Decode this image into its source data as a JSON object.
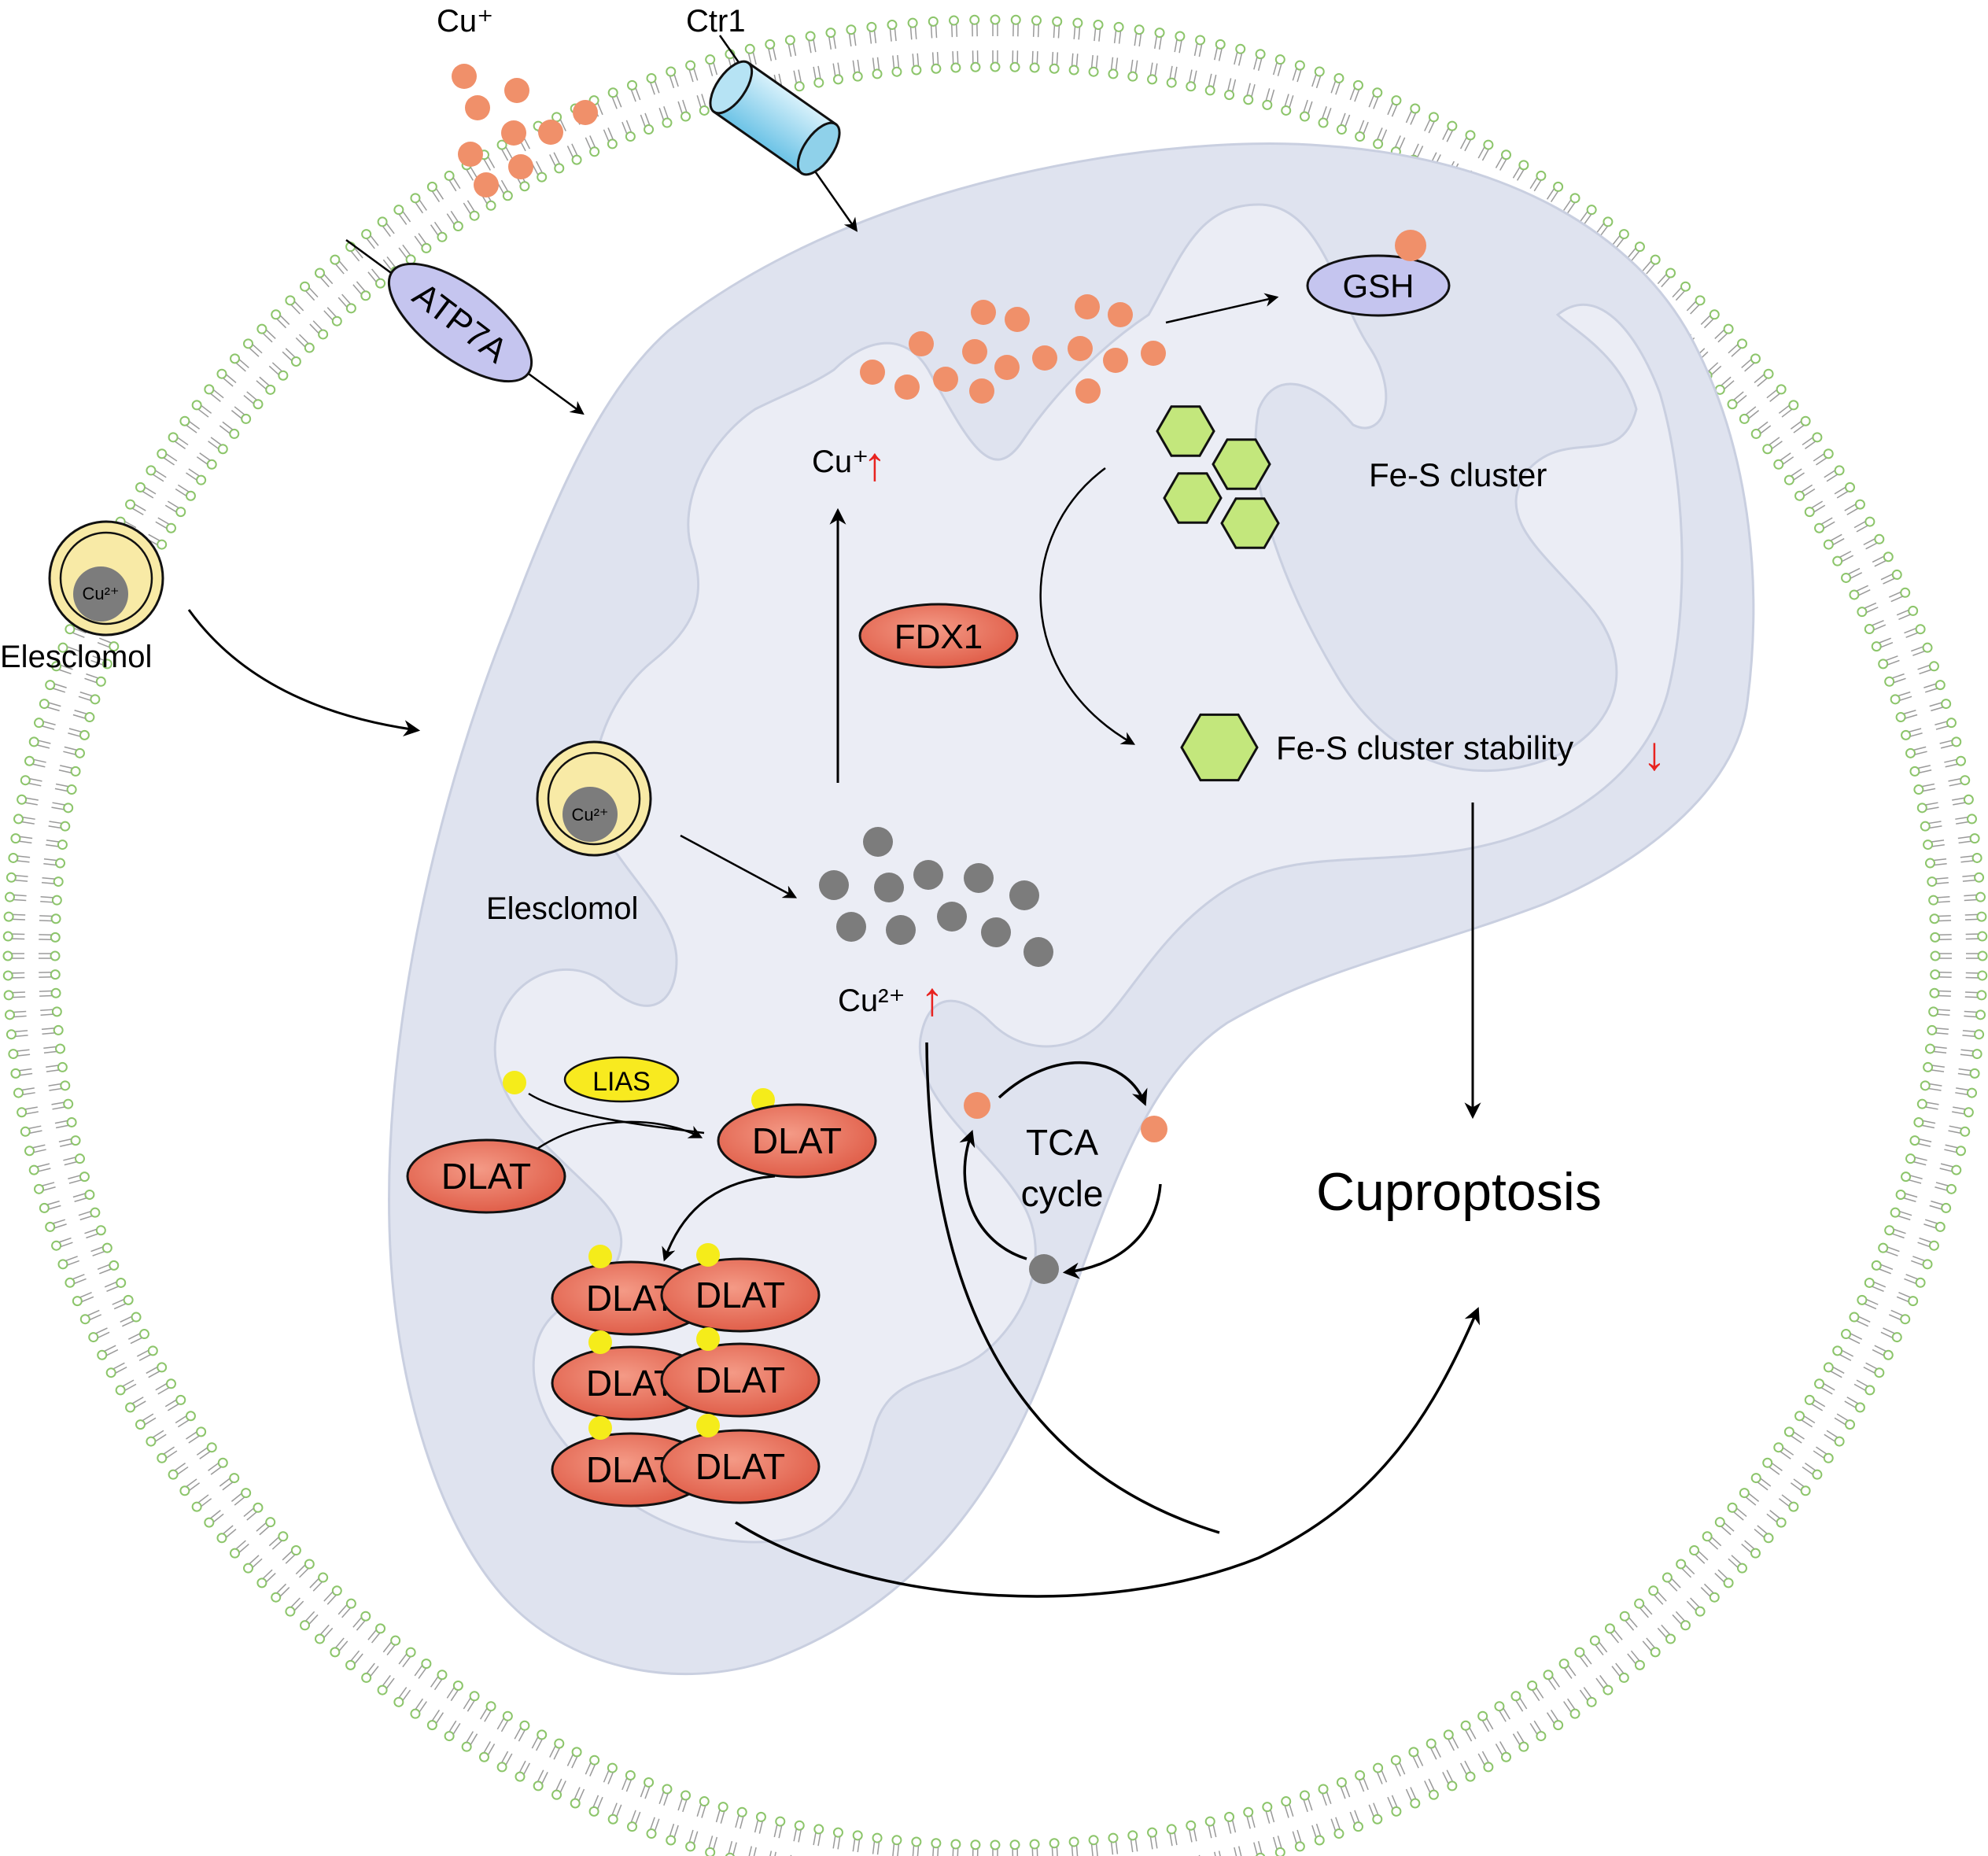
{
  "colors": {
    "membrane": "#8cc56a",
    "mito_outer": "#dfe3ef",
    "mito_inner": "#ebedf5",
    "mito_edge": "#c9cfe0",
    "cu1_dot": "#f0906a",
    "cu2_dot": "#7c7c7c",
    "lipoyl_dot": "#f5ec1a",
    "dlat_fill": "#e8705a",
    "fdx1_fill": "#e8705a",
    "fes_hex": "#c3e77c",
    "gsh_fill": "#c5c5ef",
    "lias_fill": "#f8ea1f",
    "ctr1_fill": "#9ad6ec",
    "atp7a_fill": "#c5c5ef",
    "elesclomol_outer": "#f8eaa6",
    "up_down_arrow": "#e8231f"
  },
  "icons": [
    "copper-ion-dot",
    "copper-channel-cylinder",
    "transporter-ellipse",
    "hexagon-cluster",
    "circular-cycle-arrows"
  ],
  "labels": {
    "cu_plus_outside": "Cu⁺",
    "ctr1": "Ctr1",
    "atp7a": "ATP7A",
    "elesclomol_outside": "Elesclomol",
    "cu2_complex_outside": "Cu²⁺",
    "gsh": "GSH",
    "cu_plus_inside": "Cu⁺",
    "up_arrow": "↑",
    "fes_cluster": "Fe-S cluster",
    "fdx1": "FDX1",
    "fes_stability": "Fe-S cluster stability",
    "down_arrow": "↓",
    "elesclomol_inside": "Elesclomol",
    "cu2_complex_inside": "Cu²⁺",
    "cu2_inside": "Cu²⁺",
    "lias": "LIAS",
    "dlat": "DLAT",
    "tca_line1": "TCA",
    "tca_line2": "cycle",
    "cuproptosis": "Cuproptosis"
  }
}
